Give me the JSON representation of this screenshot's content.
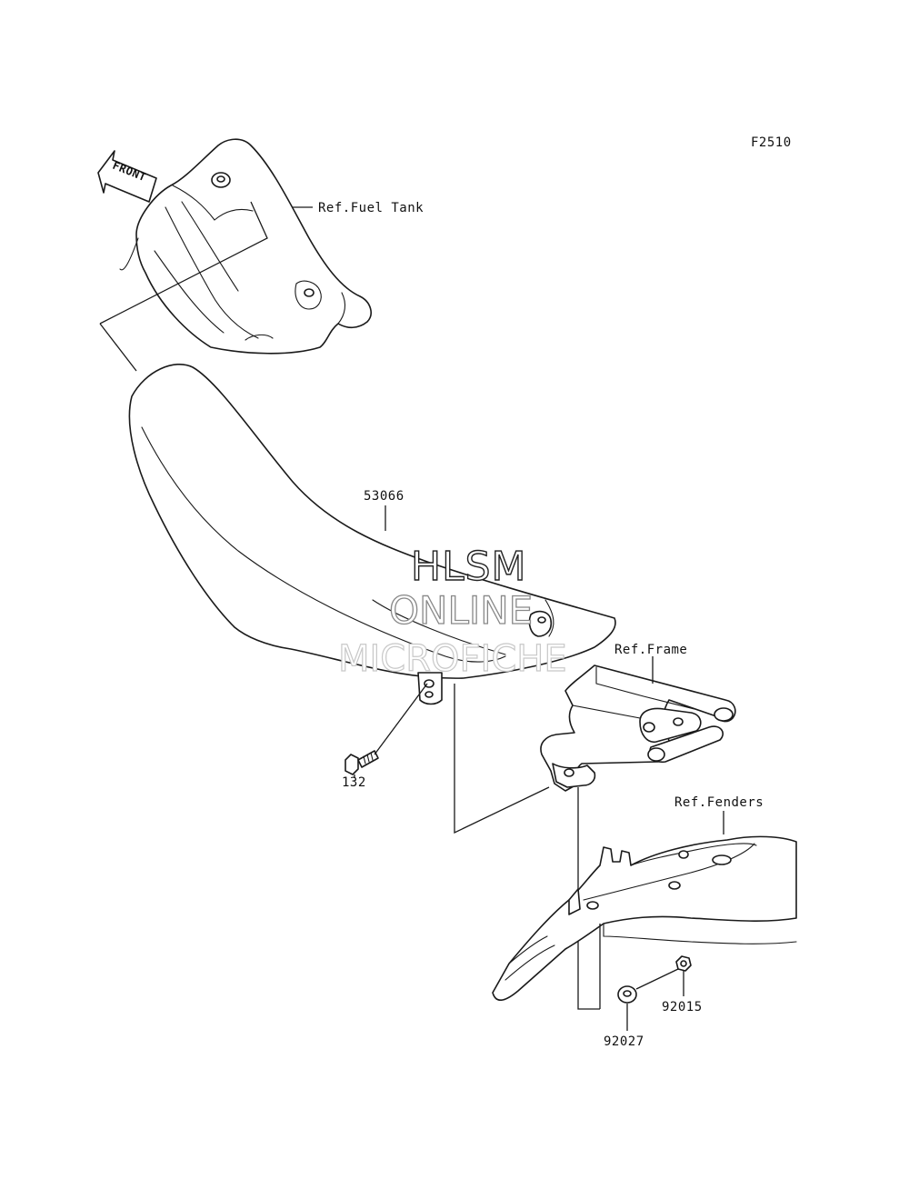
{
  "figure_code": "F2510",
  "front_arrow_label": "FRONT",
  "labels": {
    "fuel_tank": "Ref.Fuel Tank",
    "seat_part_number": "53066",
    "frame": "Ref.Frame",
    "bolt_part_number": "132",
    "fenders": "Ref.Fenders",
    "nut_part_number": "92015",
    "collar_part_number": "92027"
  },
  "watermark": {
    "line1": "HLSM",
    "line2": "ONLINE",
    "line3": "MICROFICHE"
  }
}
